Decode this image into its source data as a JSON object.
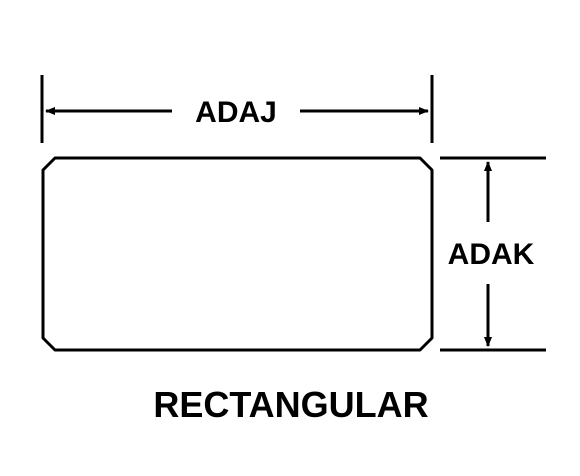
{
  "diagram": {
    "width_dimension_label": "ADAJ",
    "height_dimension_label": "ADAK",
    "shape_name": "RECTANGULAR",
    "line_color": "#000000",
    "background_color": "#ffffff"
  }
}
